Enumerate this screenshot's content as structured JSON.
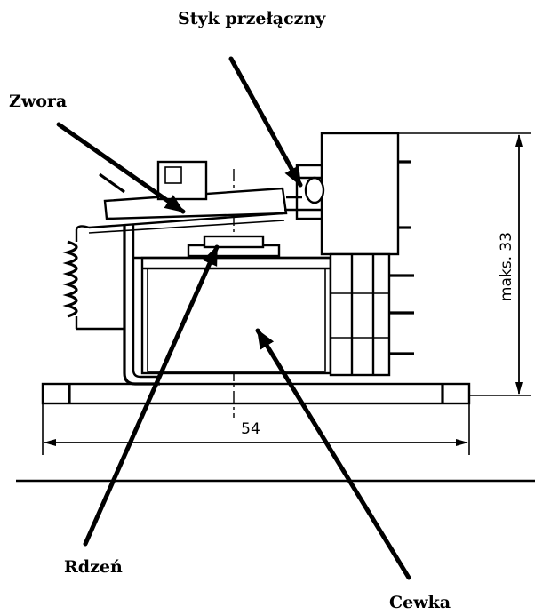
{
  "labels": {
    "styk": "Styk przełączny",
    "zwora": "Zwora",
    "rdzen": "Rdzeń",
    "cewka": "Cewka"
  },
  "dimensions": {
    "width_value": "54",
    "height_value": "maks. 33"
  }
}
